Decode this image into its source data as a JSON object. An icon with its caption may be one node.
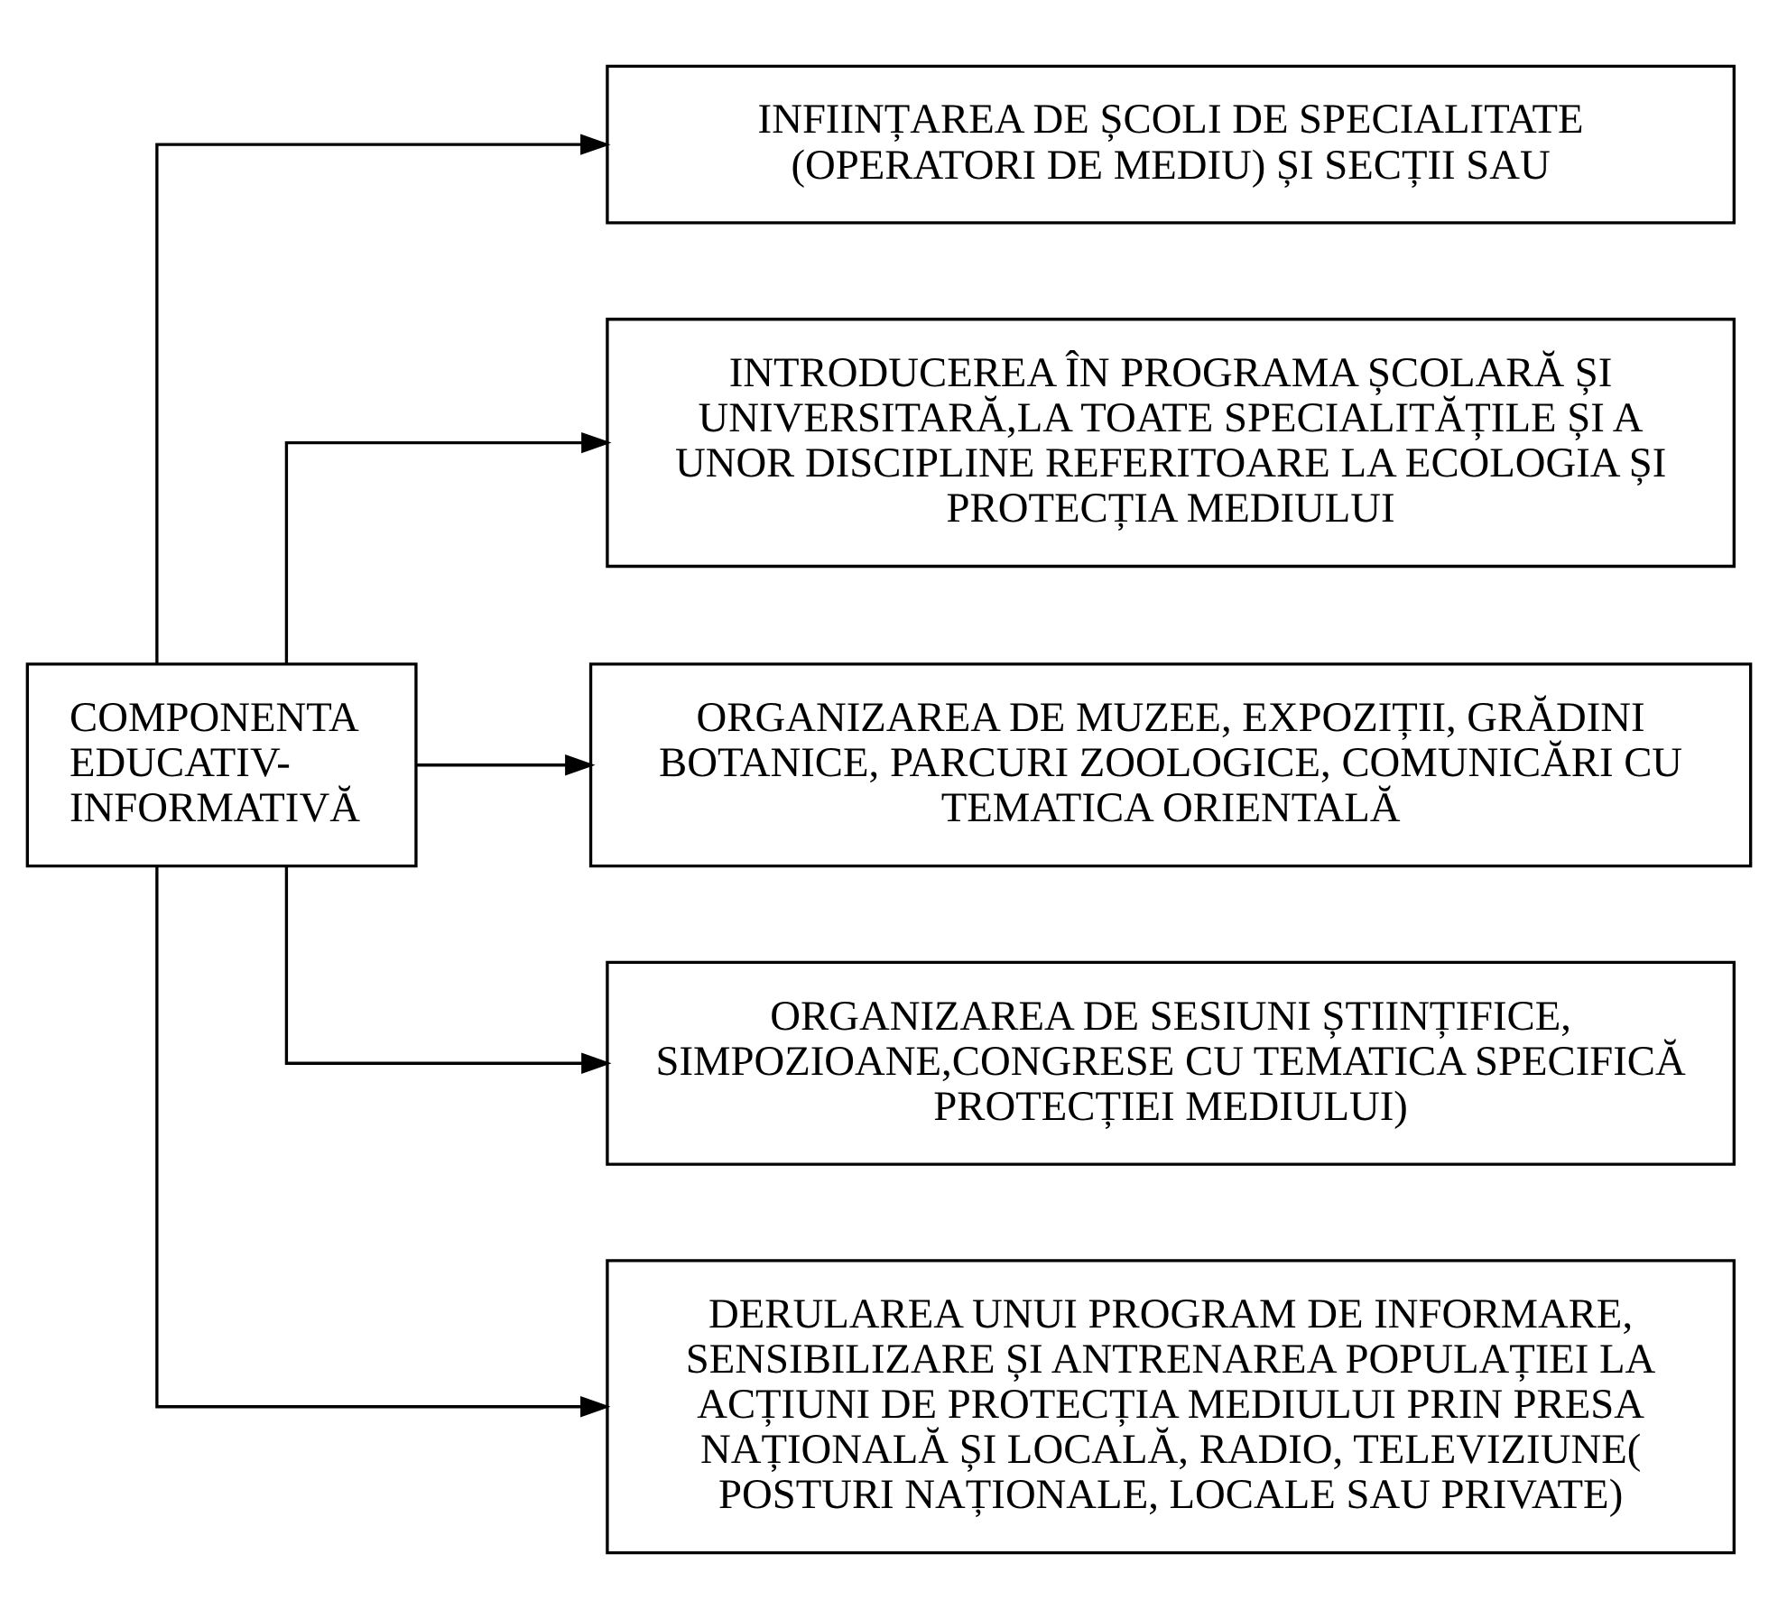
{
  "diagram": {
    "nodes": [
      {
        "text": [
          "COMPONENTA EDUCATIV-INFORMATIVĂ"
        ]
      },
      {
        "text": [
          "INFIINȚAREA DE ȘCOLI DE SPECIALITATE (OPERATORI DE MEDIU) ȘI SECȚII SAU"
        ]
      },
      {
        "text": [
          "INTRODUCEREA ÎN PROGRAMA ȘCOLARĂ ȘI UNIVERSITARĂ,LA TOATE SPECIALITĂȚILE ȘI A UNOR DISCIPLINE REFERITOARE LA ECOLOGIA ȘI PROTECȚIA MEDIULUI"
        ]
      },
      {
        "text": [
          "ORGANIZAREA DE MUZEE, EXPOZIȚII, GRĂDINI BOTANICE, PARCURI ZOOLOGICE, COMUNICĂRI CU TEMATICA ORIENTALĂ"
        ]
      },
      {
        "text": [
          "ORGANIZAREA DE SESIUNI ȘTIINȚIFICE, SIMPOZIOANE,CONGRESE CU TEMATICA SPECIFICĂ PROTECȚIEI MEDIULUI)"
        ]
      },
      {
        "text": [
          "DERULAREA UNUI PROGRAM DE INFORMARE, SENSIBILIZARE ȘI ANTRENAREA POPULAȚIEI LA ACȚIUNI DE PROTECȚIA MEDIULUI PRIN PRESA NAȚIONALĂ ȘI LOCALĂ, RADIO, TELEVIZIUNE( POSTURI NAȚIONALE, LOCALE SAU PRIVATE)"
        ]
      }
    ],
    "edges": [
      {
        "from": 0,
        "to": 1,
        "arrow": "to"
      },
      {
        "from": 0,
        "to": 2,
        "arrow": "to"
      },
      {
        "from": 0,
        "to": 3,
        "arrow": "to"
      },
      {
        "from": 0,
        "to": 4,
        "arrow": "to"
      },
      {
        "from": 0,
        "to": 5,
        "arrow": "to"
      }
    ]
  }
}
